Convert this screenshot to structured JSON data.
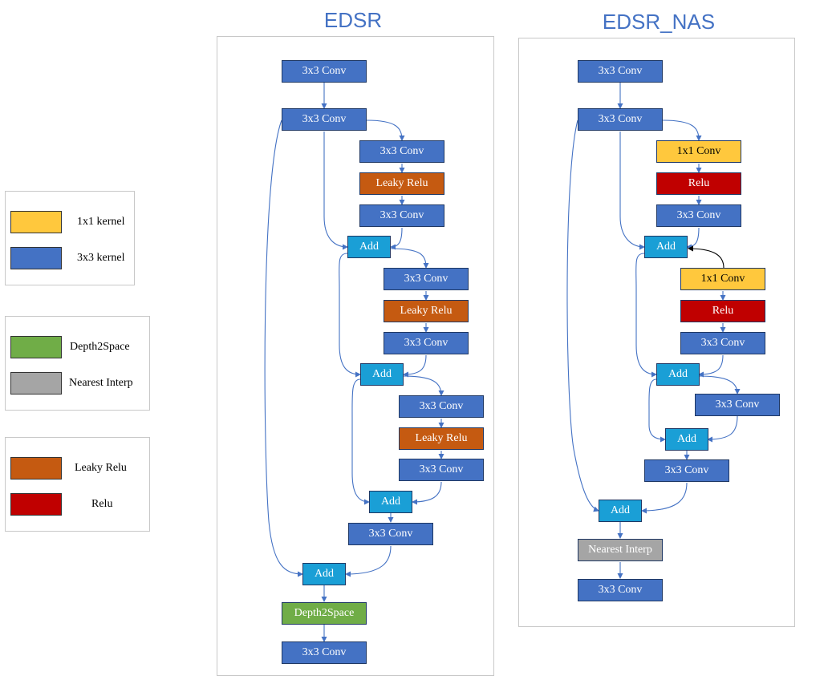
{
  "titles": {
    "left": "EDSR",
    "right": "EDSR_NAS"
  },
  "colors": {
    "kernel1x1": "#ffc83d",
    "kernel3x3": "#4472c4",
    "depth2space": "#70ad47",
    "nearest_interp": "#a5a5a5",
    "leaky_relu": "#c55a11",
    "relu": "#c00000",
    "add": "#1a9fd6",
    "arrow": "#4472c4"
  },
  "legend": {
    "kernels": [
      {
        "label": "1x1 kernel",
        "color": "#ffc83d"
      },
      {
        "label": "3x3 kernel",
        "color": "#4472c4"
      }
    ],
    "ops": [
      {
        "label": "Depth2Space",
        "color": "#70ad47"
      },
      {
        "label": "Nearest Interp",
        "color": "#a5a5a5"
      }
    ],
    "activations": [
      {
        "label": "Leaky Relu",
        "color": "#c55a11"
      },
      {
        "label": "Relu",
        "color": "#c00000"
      }
    ]
  },
  "edsr": {
    "conv_in": "3x3 Conv",
    "conv_head": "3x3 Conv",
    "b1_conv1": "3x3 Conv",
    "b1_act": "Leaky Relu",
    "b1_conv2": "3x3 Conv",
    "add1": "Add",
    "b2_conv1": "3x3 Conv",
    "b2_act": "Leaky Relu",
    "b2_conv2": "3x3 Conv",
    "add2": "Add",
    "b3_conv1": "3x3 Conv",
    "b3_act": "Leaky Relu",
    "b3_conv2": "3x3 Conv",
    "add3": "Add",
    "conv_tail": "3x3 Conv",
    "add_global": "Add",
    "upsample": "Depth2Space",
    "conv_out": "3x3 Conv"
  },
  "edsr_nas": {
    "conv_in": "3x3 Conv",
    "conv_head": "3x3 Conv",
    "b1_conv1": "1x1 Conv",
    "b1_act": "Relu",
    "b1_conv2": "3x3 Conv",
    "add1": "Add",
    "b2_conv1": "1x1 Conv",
    "b2_act": "Relu",
    "b2_conv2": "3x3 Conv",
    "add2": "Add",
    "b3_conv1": "3x3 Conv",
    "add3": "Add",
    "conv_tail": "3x3 Conv",
    "add_global": "Add",
    "upsample": "Nearest Interp",
    "conv_out": "3x3 Conv"
  }
}
